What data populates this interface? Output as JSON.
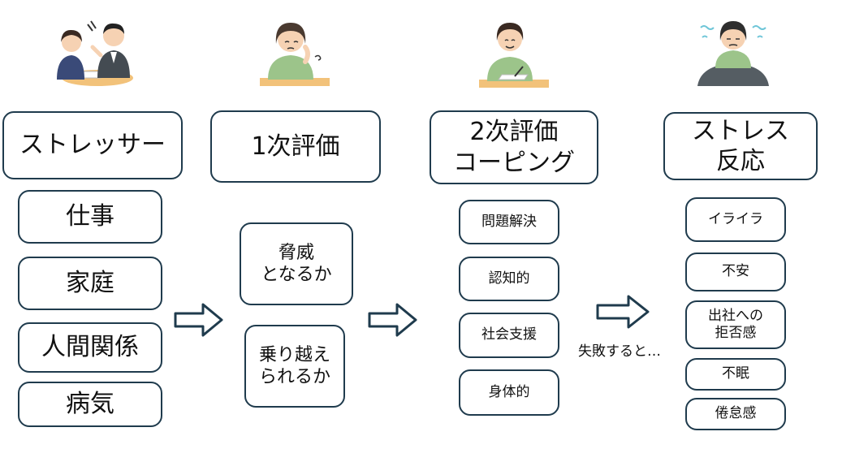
{
  "columns": {
    "stressor": {
      "header": "ストレッサー",
      "items": [
        "仕事",
        "家庭",
        "人間関係",
        "病気"
      ]
    },
    "primary": {
      "header": "1次評価",
      "items": [
        [
          "脅威",
          "となるか"
        ],
        [
          "乗り越え",
          "られるか"
        ]
      ]
    },
    "secondary": {
      "header": [
        "2次評価",
        "コーピング"
      ],
      "items": [
        "問題解決",
        "認知的",
        "社会支援",
        "身体的"
      ]
    },
    "response": {
      "header": [
        "ストレス",
        "反応"
      ],
      "items": [
        [
          "イライラ"
        ],
        [
          "不安"
        ],
        [
          "出社への",
          "拒否感"
        ],
        [
          "不眠"
        ],
        [
          "倦怠感"
        ]
      ]
    }
  },
  "failure_note": "失敗すると…",
  "colors": {
    "border": "#1f3b4d",
    "skin": "#f6d2b3",
    "hair": "#3a2a22",
    "green": "#9cc48a",
    "navy": "#3a4a78",
    "table": "#f2c27a"
  },
  "illustrations": [
    "scolding-people",
    "worried-person",
    "writing-person",
    "stressed-person-in-bed"
  ]
}
